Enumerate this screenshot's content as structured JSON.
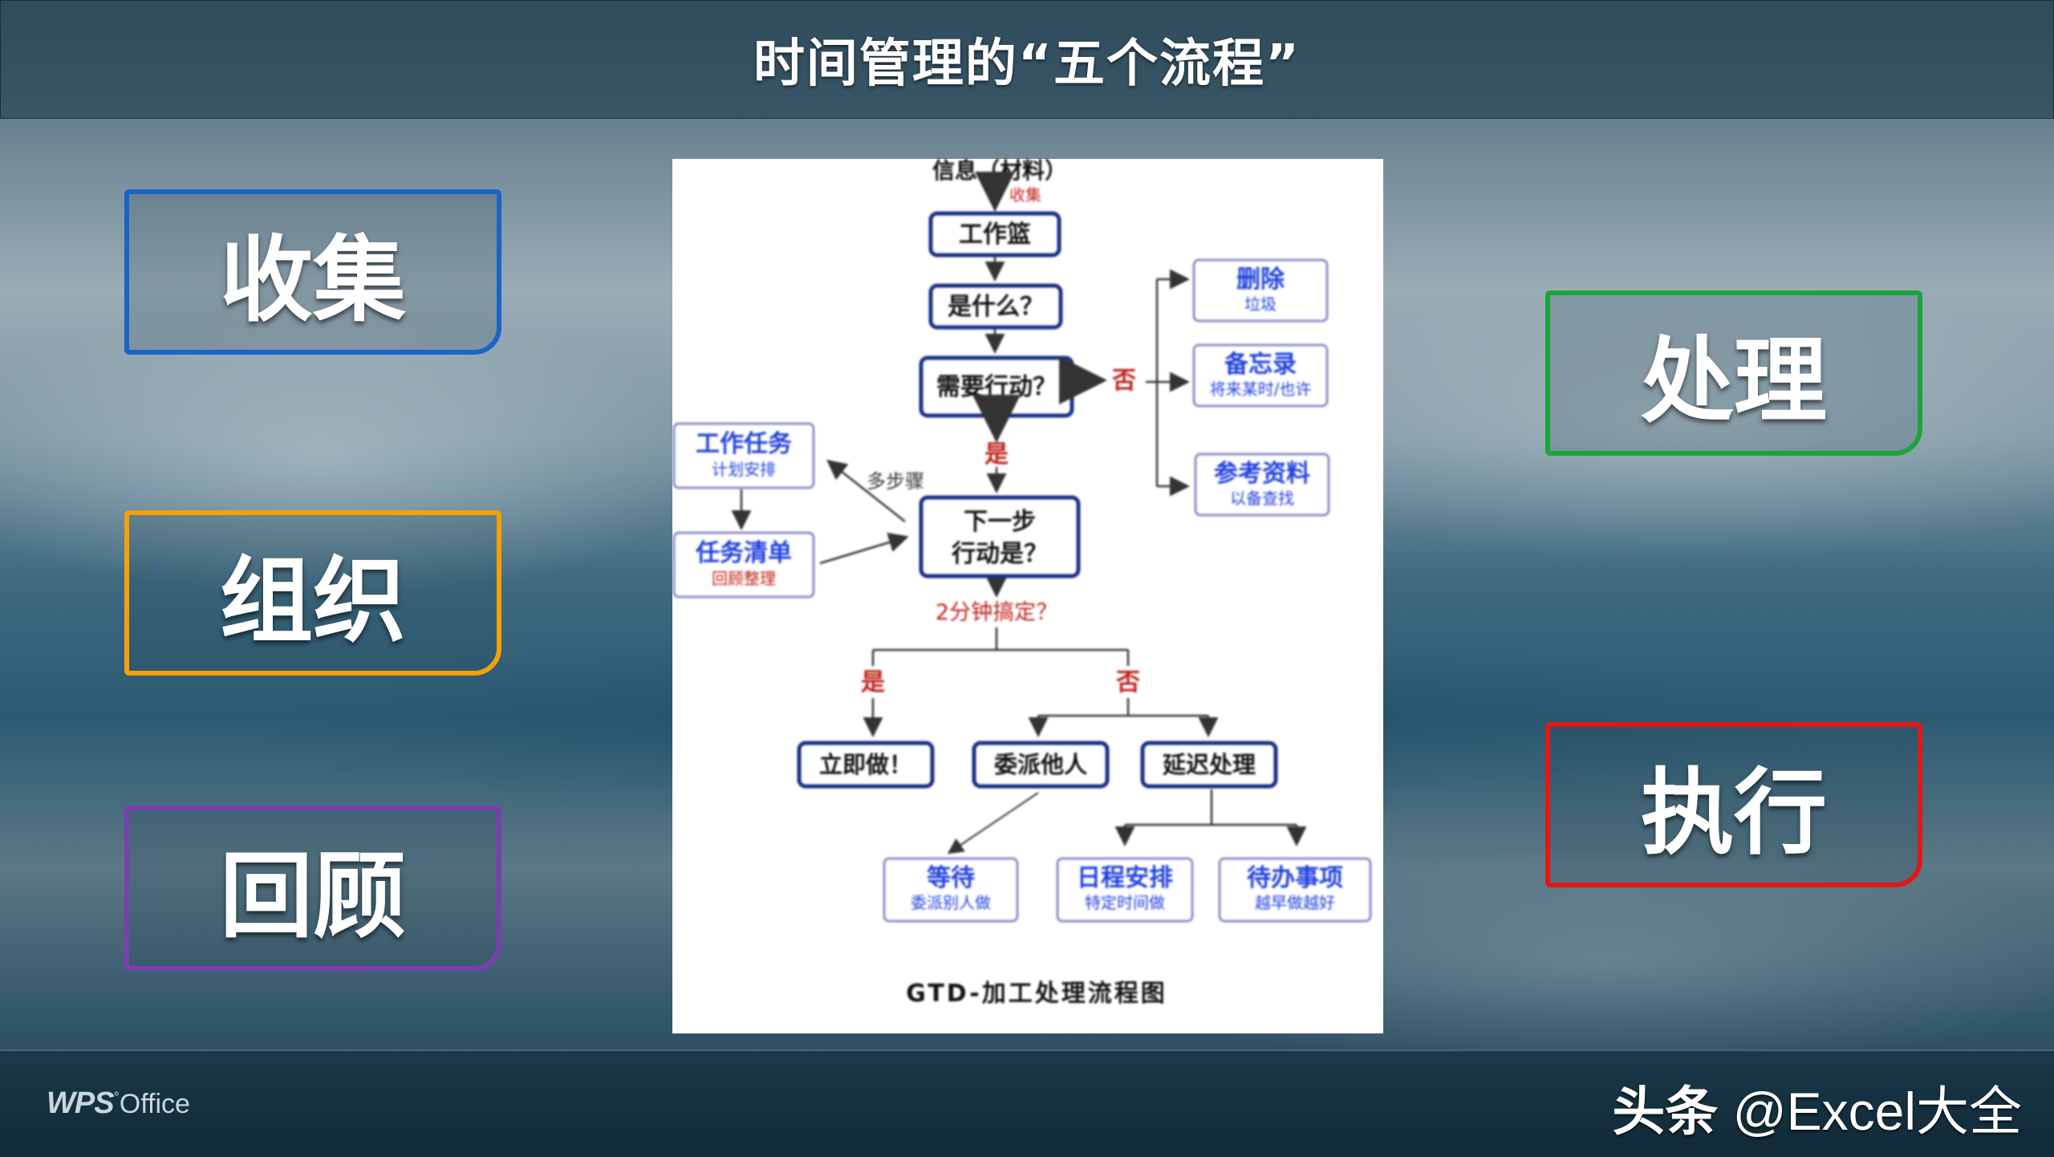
{
  "title": "时间管理的“五个流程”",
  "steps": {
    "collect": "收集",
    "organize": "组织",
    "review": "回顾",
    "process": "处理",
    "execute": "执行"
  },
  "colors": {
    "collect": "#1a64c8",
    "organize": "#f5a00a",
    "review": "#7b3fb0",
    "process": "#1aa53a",
    "execute": "#e01818",
    "node_border": "#1b2f86",
    "node_text": "#111111",
    "blue_text": "#2040e0",
    "red_text": "#c0201a"
  },
  "flowchart": {
    "info": "信息（材料）",
    "collect_tag": "收集",
    "inbox": "工作篮",
    "what": "是什么？",
    "need_action": "需要行动？",
    "no": "否",
    "yes": "是",
    "delete": {
      "title": "删除",
      "sub": "垃圾"
    },
    "memo": {
      "title": "备忘录",
      "sub": "将来某时/也许"
    },
    "reference": {
      "title": "参考资料",
      "sub": "以备查找"
    },
    "project": {
      "title": "工作任务",
      "sub": "计划安排"
    },
    "task_list": {
      "title": "任务清单",
      "sub": "回顾整理"
    },
    "multi_step": "多步骤",
    "next_action_1": "下一步",
    "next_action_2": "行动是？",
    "two_minutes": "2分钟搞定？",
    "do_now": "立即做！",
    "delegate": "委派他人",
    "defer": "延迟处理",
    "wait": {
      "title": "等待",
      "sub": "委派别人做"
    },
    "schedule": {
      "title": "日程安排",
      "sub": "特定时间做"
    },
    "todo": {
      "title": "待办事项",
      "sub": "越早做越好"
    },
    "caption": "GTD-加工处理流程图"
  },
  "footer": {
    "wps_brand": "WPS",
    "wps_office": "Office",
    "credit_platform": "头条",
    "credit_handle": "@Excel大全"
  }
}
